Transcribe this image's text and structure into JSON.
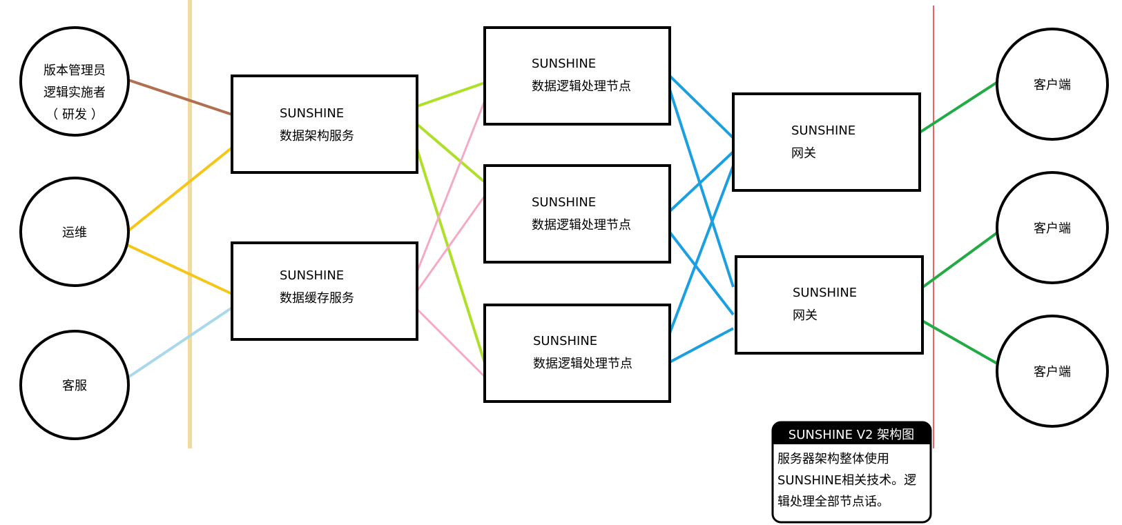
{
  "actors": {
    "dev": [
      "版本管理员",
      "逻辑实施者",
      "（ 研发 ）"
    ],
    "ops": [
      "运维"
    ],
    "cs": [
      "客服"
    ]
  },
  "services": {
    "schema": [
      "SUNSHINE",
      "数据架构服务"
    ],
    "cache": [
      "SUNSHINE",
      "数据缓存服务"
    ]
  },
  "logic_nodes": [
    [
      "SUNSHINE",
      "数据逻辑处理节点"
    ],
    [
      "SUNSHINE",
      "数据逻辑处理节点"
    ],
    [
      "SUNSHINE",
      "数据逻辑处理节点"
    ]
  ],
  "gateways": [
    [
      "SUNSHINE",
      "网关"
    ],
    [
      "SUNSHINE",
      "网关"
    ]
  ],
  "clients": [
    "客户端",
    "客户端",
    "客户端"
  ],
  "note": {
    "title": "SUNSHINE V2 架构图",
    "lines": [
      "服务器架构整体使用",
      "SUNSHINE相关技术。逻",
      "辑处理全部节点话。"
    ]
  },
  "colors": {
    "dev_link": "#b07050",
    "ops_link": "#f5c518",
    "cs_link": "#a8d8ea",
    "schema_link": "#aee02a",
    "cache_link": "#f6a9c4",
    "gateway_link": "#1a9fe0",
    "client_link": "#22aa44",
    "left_divider": "#f0dca0",
    "right_divider": "#e03030"
  }
}
